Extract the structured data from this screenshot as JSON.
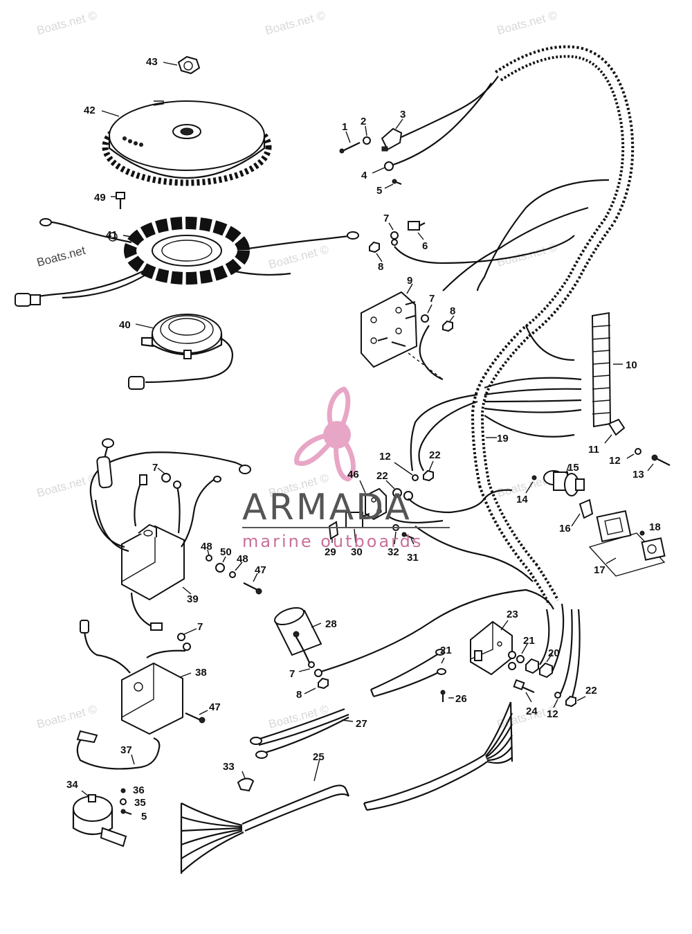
{
  "watermark": {
    "text": "Boats.net ©",
    "short": "Boats.net"
  },
  "brand": {
    "name": "ARMADA",
    "tagline": "marine outboards",
    "color_main": "#555555",
    "color_accent": "#e8a6c6"
  },
  "callouts": [
    {
      "id": "c43",
      "text": "43"
    },
    {
      "id": "c42",
      "text": "42"
    },
    {
      "id": "c49",
      "text": "49"
    },
    {
      "id": "c41",
      "text": "41"
    },
    {
      "id": "c40",
      "text": "40"
    },
    {
      "id": "c1",
      "text": "1"
    },
    {
      "id": "c2",
      "text": "2"
    },
    {
      "id": "c3",
      "text": "3"
    },
    {
      "id": "c4",
      "text": "4"
    },
    {
      "id": "c5a",
      "text": "5"
    },
    {
      "id": "c7a",
      "text": "7"
    },
    {
      "id": "c6",
      "text": "6"
    },
    {
      "id": "c8a",
      "text": "8"
    },
    {
      "id": "c9",
      "text": "9"
    },
    {
      "id": "c7b",
      "text": "7"
    },
    {
      "id": "c8b",
      "text": "8"
    },
    {
      "id": "c10",
      "text": "10"
    },
    {
      "id": "c19",
      "text": "19"
    },
    {
      "id": "c11",
      "text": "11"
    },
    {
      "id": "c12a",
      "text": "12"
    },
    {
      "id": "c13",
      "text": "13"
    },
    {
      "id": "c12b",
      "text": "12"
    },
    {
      "id": "c22a",
      "text": "22"
    },
    {
      "id": "c46",
      "text": "46"
    },
    {
      "id": "c22b",
      "text": "22"
    },
    {
      "id": "c15",
      "text": "15"
    },
    {
      "id": "c14",
      "text": "14"
    },
    {
      "id": "c16",
      "text": "16"
    },
    {
      "id": "c18",
      "text": "18"
    },
    {
      "id": "c17",
      "text": "17"
    },
    {
      "id": "c7c",
      "text": "7"
    },
    {
      "id": "c29",
      "text": "29"
    },
    {
      "id": "c30",
      "text": "30"
    },
    {
      "id": "c32",
      "text": "32"
    },
    {
      "id": "c31",
      "text": "31"
    },
    {
      "id": "c48a",
      "text": "48"
    },
    {
      "id": "c50",
      "text": "50"
    },
    {
      "id": "c48b",
      "text": "48"
    },
    {
      "id": "c47a",
      "text": "47"
    },
    {
      "id": "c39",
      "text": "39"
    },
    {
      "id": "c7d",
      "text": "7"
    },
    {
      "id": "c28",
      "text": "28"
    },
    {
      "id": "c23",
      "text": "23"
    },
    {
      "id": "c21a",
      "text": "21"
    },
    {
      "id": "c20",
      "text": "20"
    },
    {
      "id": "c21b",
      "text": "21"
    },
    {
      "id": "c38",
      "text": "38"
    },
    {
      "id": "c7e",
      "text": "7"
    },
    {
      "id": "c8c",
      "text": "8"
    },
    {
      "id": "c26",
      "text": "26"
    },
    {
      "id": "c24",
      "text": "24"
    },
    {
      "id": "c12c",
      "text": "12"
    },
    {
      "id": "c22c",
      "text": "22"
    },
    {
      "id": "c47b",
      "text": "47"
    },
    {
      "id": "c27",
      "text": "27"
    },
    {
      "id": "c37",
      "text": "37"
    },
    {
      "id": "c25",
      "text": "25"
    },
    {
      "id": "c33",
      "text": "33"
    },
    {
      "id": "c34",
      "text": "34"
    },
    {
      "id": "c36",
      "text": "36"
    },
    {
      "id": "c35",
      "text": "35"
    },
    {
      "id": "c5b",
      "text": "5"
    }
  ]
}
